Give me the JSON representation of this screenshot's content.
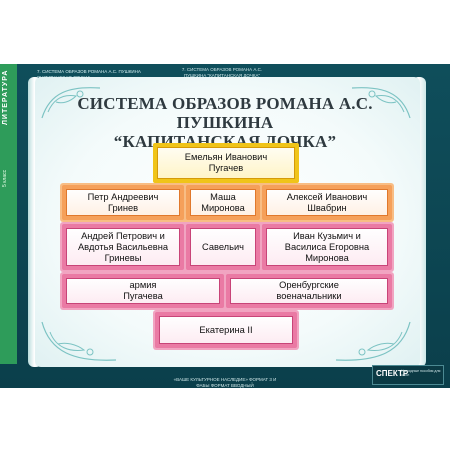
{
  "header": {
    "side_strip_label": "ЛИТЕРАТУРА",
    "side_strip_grade": "5 класс",
    "top_left": "7. СИСТЕМА ОБРАЗОВ РОМАНА А.С. ПУШКИНА \"КАПИТАНСКАЯ ДОЧКА\"",
    "top_center": "7. СИСТЕМА ОБРАЗОВ РОМАНА А.С. ПУШКИНА \"КАПИТАНСКАЯ ДОЧКА\"",
    "bottom_center": "«ВАШЕ КУЛЬТУРНОЕ НАСЛЕДИЕ» ФОРМАТ 3 И ФАБЫ ФОРМАТ ВВОДНЫЙ"
  },
  "title": {
    "line1": "СИСТЕМА ОБРАЗОВ РОМАНА А.С. ПУШКИНА",
    "line2": "“КАПИТАНСКАЯ ДОЧКА”"
  },
  "nodes": {
    "pugachev": [
      "Емельян Иванович",
      "Пугачев"
    ],
    "grinev": [
      "Петр Андреевич",
      "Гринев"
    ],
    "masha": [
      "Маша",
      "Миронова"
    ],
    "shvabrin": [
      "Алексей Иванович",
      "Швабрин"
    ],
    "grinev_parents": [
      "Андрей Петрович и",
      "Авдотья Васильевна",
      "Гриневы"
    ],
    "savelich": [
      "Савельич"
    ],
    "mironov_parents": [
      "Иван Кузьмич и",
      "Василиса Егоровна",
      "Миронова"
    ],
    "army": [
      "армия",
      "Пугачева"
    ],
    "orenburg": [
      "Оренбургские",
      "военачальники"
    ],
    "catherine": [
      "Екатерина II"
    ]
  },
  "publisher": {
    "logo": "СПЕКТР",
    "info": "Наглядные пособия для школ"
  },
  "colors": {
    "poster_bg": "#0f4e5b",
    "strip_green": "#2e9c5a",
    "yellow_border": "#f0c419",
    "orange_border": "#f5a05a",
    "pink_border": "#ea7aa4"
  }
}
